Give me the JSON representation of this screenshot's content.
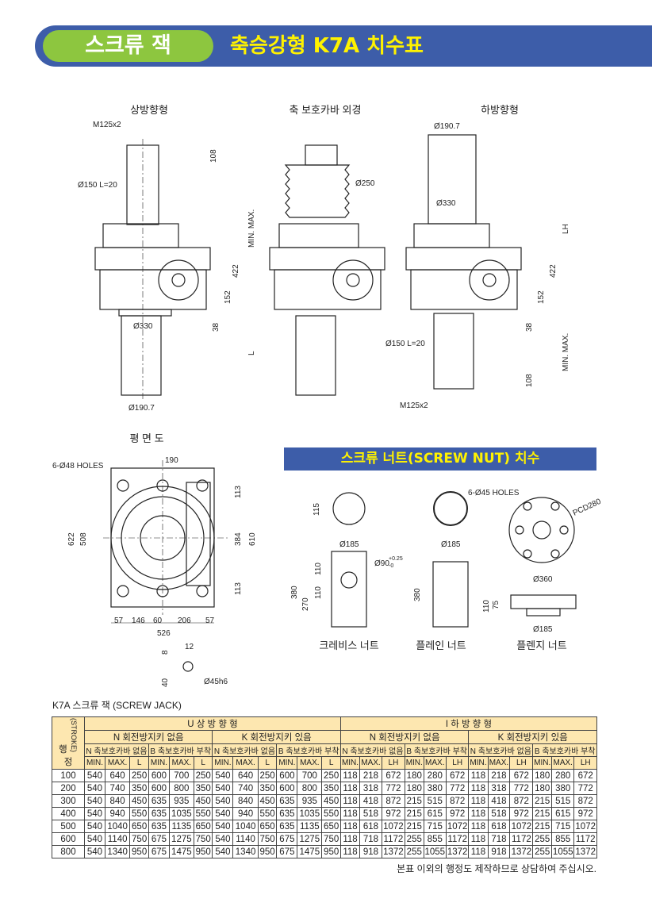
{
  "header": {
    "category": "스크류 잭",
    "title": "축승강형 K7A 치수표"
  },
  "views": {
    "upward": {
      "title": "상방향형",
      "labels": [
        "M125x2",
        "108",
        "Ø150  L=20",
        "MIN. MAX.",
        "422",
        "152",
        "38",
        "Ø330",
        "L",
        "Ø190.7"
      ]
    },
    "cover": {
      "title": "축 보호카바 외경",
      "labels": [
        "Ø250"
      ]
    },
    "downward": {
      "title": "하방향형",
      "labels": [
        "Ø190.7",
        "Ø330",
        "LH",
        "422",
        "152",
        "38",
        "MIN. MAX.",
        "Ø150  L=20",
        "108",
        "M125x2"
      ]
    },
    "plan": {
      "title": "평 면 도",
      "labels": [
        "6-Ø48 HOLES",
        "190",
        "113",
        "384",
        "610",
        "113",
        "622",
        "508",
        "57",
        "146",
        "60",
        "206",
        "57",
        "526",
        "12",
        "8",
        "40",
        "Ø45h6"
      ]
    }
  },
  "nut": {
    "title": "스크류 너트(SCREW NUT) 치수",
    "clevis": {
      "name": "크레비스 너트",
      "labels": [
        "115",
        "Ø185",
        "Ø90",
        "+0.25",
        "-0",
        "110",
        "110",
        "380",
        "270"
      ]
    },
    "plain": {
      "name": "플레인 너트",
      "labels": [
        "Ø185",
        "380"
      ]
    },
    "flange": {
      "name": "플렌지 너트",
      "labels": [
        "6-Ø45 HOLES",
        "PCD280",
        "Ø360",
        "110",
        "75",
        "Ø185"
      ]
    }
  },
  "table": {
    "caption": "K7A 스크류 잭 (SCREW JACK)",
    "stroke_label_top": "행",
    "stroke_label_mid": "(STROKE)",
    "stroke_label_bottom": "정",
    "groups": [
      "U  상  방  향  형",
      "I  하  방  향  형"
    ],
    "subgroups": [
      "N 회전방지키 없음",
      "K 회전방지키 있음",
      "N 회전방지키 없음",
      "K 회전방지키 있음"
    ],
    "covers": [
      "N 축보호카바 없음",
      "B 축보호카바 부착",
      "N 축보호카바 없음",
      "B 축보호카바 부착",
      "N 축보호카바 없음",
      "B 축보호카바 부착",
      "N 축보호카바 없음",
      "B 축보호카바 부착"
    ],
    "cols": [
      "MIN.",
      "MAX.",
      "L",
      "MIN.",
      "MAX.",
      "L",
      "MIN.",
      "MAX.",
      "L",
      "MIN.",
      "MAX.",
      "L",
      "MIN.",
      "MAX.",
      "LH",
      "MIN.",
      "MAX.",
      "LH",
      "MIN.",
      "MAX.",
      "LH",
      "MIN.",
      "MAX.",
      "LH"
    ],
    "rows": [
      [
        "100",
        "540",
        "640",
        "250",
        "600",
        "700",
        "250",
        "540",
        "640",
        "250",
        "600",
        "700",
        "250",
        "118",
        "218",
        "672",
        "180",
        "280",
        "672",
        "118",
        "218",
        "672",
        "180",
        "280",
        "672"
      ],
      [
        "200",
        "540",
        "740",
        "350",
        "600",
        "800",
        "350",
        "540",
        "740",
        "350",
        "600",
        "800",
        "350",
        "118",
        "318",
        "772",
        "180",
        "380",
        "772",
        "118",
        "318",
        "772",
        "180",
        "380",
        "772"
      ],
      [
        "300",
        "540",
        "840",
        "450",
        "635",
        "935",
        "450",
        "540",
        "840",
        "450",
        "635",
        "935",
        "450",
        "118",
        "418",
        "872",
        "215",
        "515",
        "872",
        "118",
        "418",
        "872",
        "215",
        "515",
        "872"
      ],
      [
        "400",
        "540",
        "940",
        "550",
        "635",
        "1035",
        "550",
        "540",
        "940",
        "550",
        "635",
        "1035",
        "550",
        "118",
        "518",
        "972",
        "215",
        "615",
        "972",
        "118",
        "518",
        "972",
        "215",
        "615",
        "972"
      ],
      [
        "500",
        "540",
        "1040",
        "650",
        "635",
        "1135",
        "650",
        "540",
        "1040",
        "650",
        "635",
        "1135",
        "650",
        "118",
        "618",
        "1072",
        "215",
        "715",
        "1072",
        "118",
        "618",
        "1072",
        "215",
        "715",
        "1072"
      ],
      [
        "600",
        "540",
        "1140",
        "750",
        "675",
        "1275",
        "750",
        "540",
        "1140",
        "750",
        "675",
        "1275",
        "750",
        "118",
        "718",
        "1172",
        "255",
        "855",
        "1172",
        "118",
        "718",
        "1172",
        "255",
        "855",
        "1172"
      ],
      [
        "800",
        "540",
        "1340",
        "950",
        "675",
        "1475",
        "950",
        "540",
        "1340",
        "950",
        "675",
        "1475",
        "950",
        "118",
        "918",
        "1372",
        "255",
        "1055",
        "1372",
        "118",
        "918",
        "1372",
        "255",
        "1055",
        "1372"
      ]
    ],
    "note": "본표 이외의 행정도 제작하므로 상담하여 주십시오."
  }
}
